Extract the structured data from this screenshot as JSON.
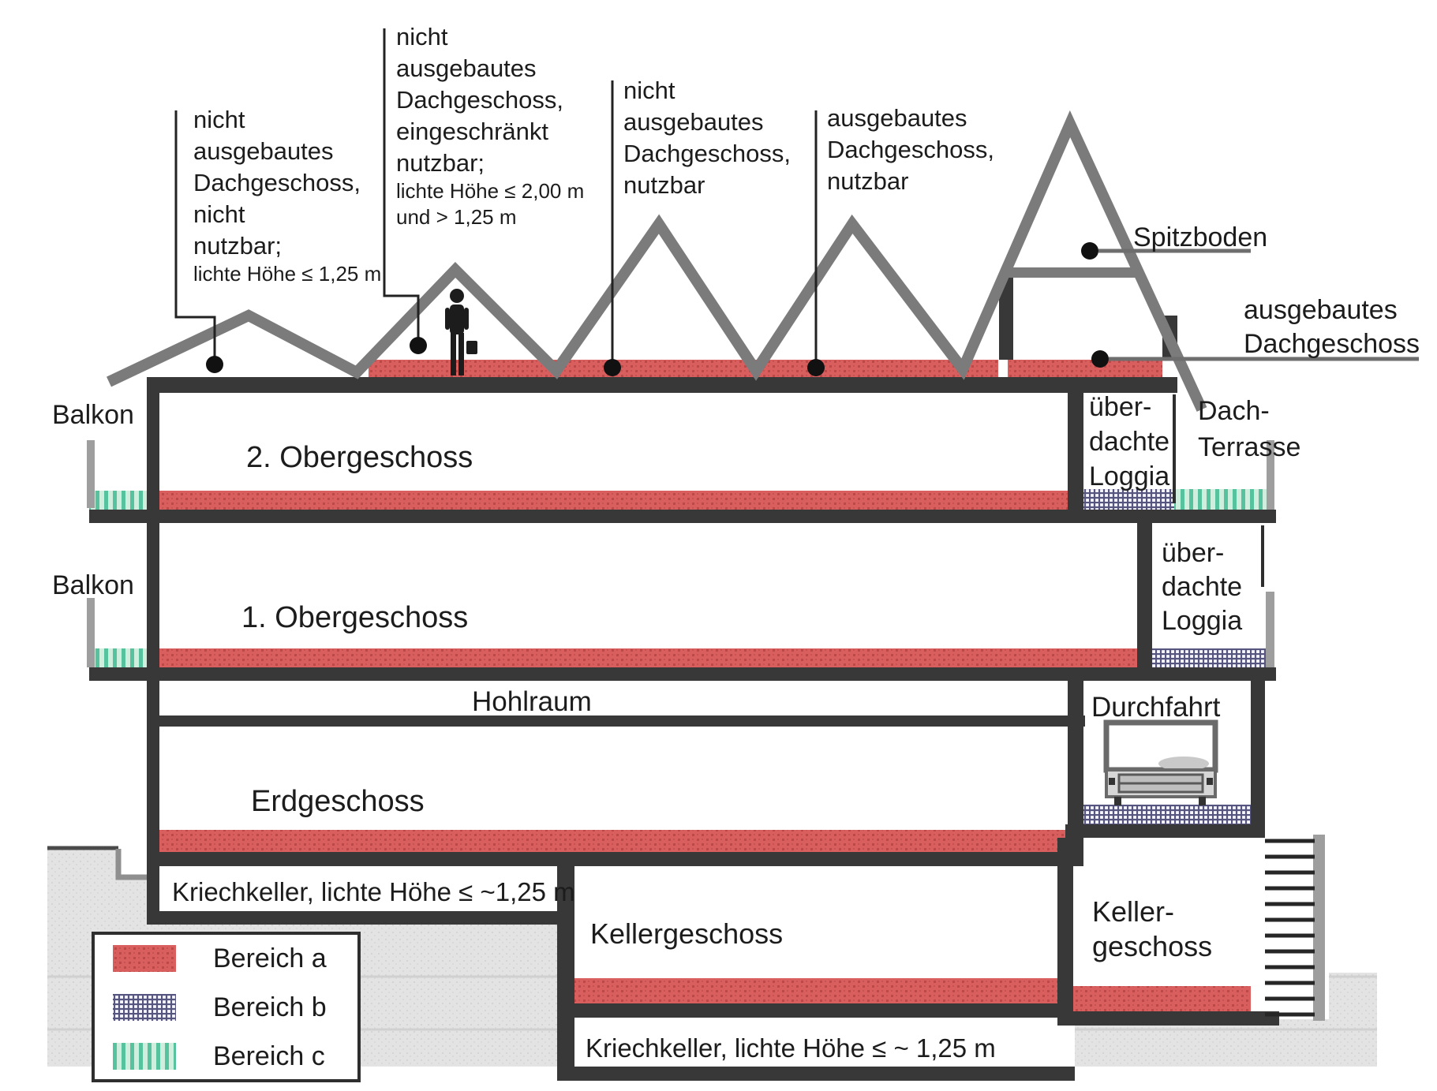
{
  "colors": {
    "bereich_a": "#d95f5f",
    "bereich_a_dot": "#b84a4a",
    "bereich_b": "#55557f",
    "bereich_b_bg": "#f7f7fc",
    "bereich_c": "#57c29e",
    "bereich_c_bg": "#cfeede",
    "wall": "#383838",
    "roof": "#7b7b7b",
    "railing": "#9e9e9e",
    "ground": "#e3e3e3"
  },
  "annotations": {
    "roof1": {
      "lines": [
        "nicht",
        "ausgebautes",
        "Dachgeschoss,",
        "nicht",
        "nutzbar;"
      ],
      "note": "lichte Höhe ≤ 1,25 m"
    },
    "roof2": {
      "lines": [
        "nicht",
        "ausgebautes",
        "Dachgeschoss,",
        "eingeschränkt",
        "nutzbar;"
      ],
      "notes": [
        "lichte Höhe ≤ 2,00 m",
        "und > 1,25 m"
      ]
    },
    "roof3": {
      "lines": [
        "nicht",
        "ausgebautes",
        "Dachgeschoss,",
        "nutzbar"
      ]
    },
    "roof4": {
      "lines": [
        "ausgebautes",
        "Dachgeschoss,",
        "nutzbar"
      ]
    },
    "spitzboden": "Spitzboden",
    "dachgeschoss": {
      "lines": [
        "ausgebautes",
        "Dachgeschoss"
      ]
    }
  },
  "labels": {
    "balkon_og2": "Balkon",
    "balkon_og1": "Balkon",
    "og2": "2. Obergeschoss",
    "og1": "1. Obergeschoss",
    "hohlraum": "Hohlraum",
    "erdgeschoss": "Erdgeschoss",
    "kriechkeller_og": "Kriechkeller, lichte Höhe ≤ ~1,25 m",
    "kellergeschoss_mitte": "Kellergeschoss",
    "kriechkeller_ug": "Kriechkeller, lichte Höhe ≤ ~ 1,25 m",
    "kellergeschoss_rechts": {
      "lines": [
        "Keller-",
        "geschoss"
      ]
    },
    "dachterrasse": {
      "lines": [
        "Dach-",
        "Terrasse"
      ]
    },
    "loggia_og2": {
      "lines": [
        "über-",
        "dachte",
        "Loggia"
      ]
    },
    "loggia_og1": {
      "lines": [
        "über-",
        "dachte",
        "Loggia"
      ]
    },
    "durchfahrt": "Durchfahrt"
  },
  "legend": {
    "items": [
      {
        "label": "Bereich a"
      },
      {
        "label": "Bereich b"
      },
      {
        "label": "Bereich c"
      }
    ]
  }
}
